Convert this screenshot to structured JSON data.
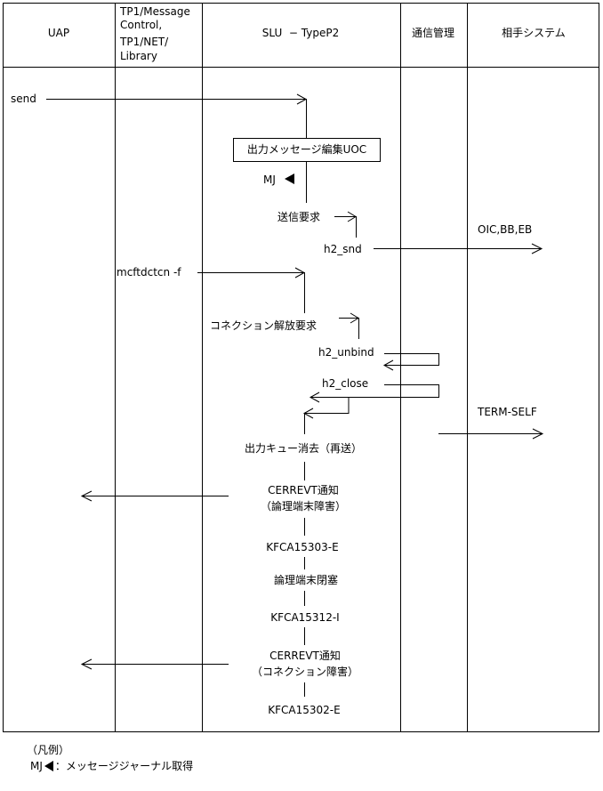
{
  "columns": {
    "uap": "UAP",
    "tp1_line1": "TP1/Message",
    "tp1_line2": "Control,",
    "tp1_line3": "TP1/NET/",
    "tp1_line4": "Library",
    "slu": "SLU  − TypeP2",
    "comm": "通信管理",
    "partner": "相手システム"
  },
  "labels": {
    "send": "send",
    "uoc": "出力メッセージ編集UOC",
    "mj": "MJ",
    "send_request": "送信要求",
    "h2_snd": "h2_snd",
    "oic": "OIC,BB,EB",
    "mcftdctcn": "mcftdctcn -f",
    "release_request": "コネクション解放要求",
    "h2_unbind": "h2_unbind",
    "h2_close": "h2_close",
    "term_self": "TERM-SELF",
    "queue_delete": "出力キュー消去（再送）",
    "cerrevt1_line1": "CERREVT通知",
    "cerrevt1_line2": "（論理端末障害）",
    "kfca15303": "KFCA15303-E",
    "terminal_block": "論理端末閉塞",
    "kfca15312": "KFCA15312-I",
    "cerrevt2_line1": "CERREVT通知",
    "cerrevt2_line2": "（コネクション障害）",
    "kfca15302": "KFCA15302-E"
  },
  "legend": {
    "title": "（凡例）",
    "mj": "MJ",
    "desc": "：メッセージジャーナル取得"
  }
}
